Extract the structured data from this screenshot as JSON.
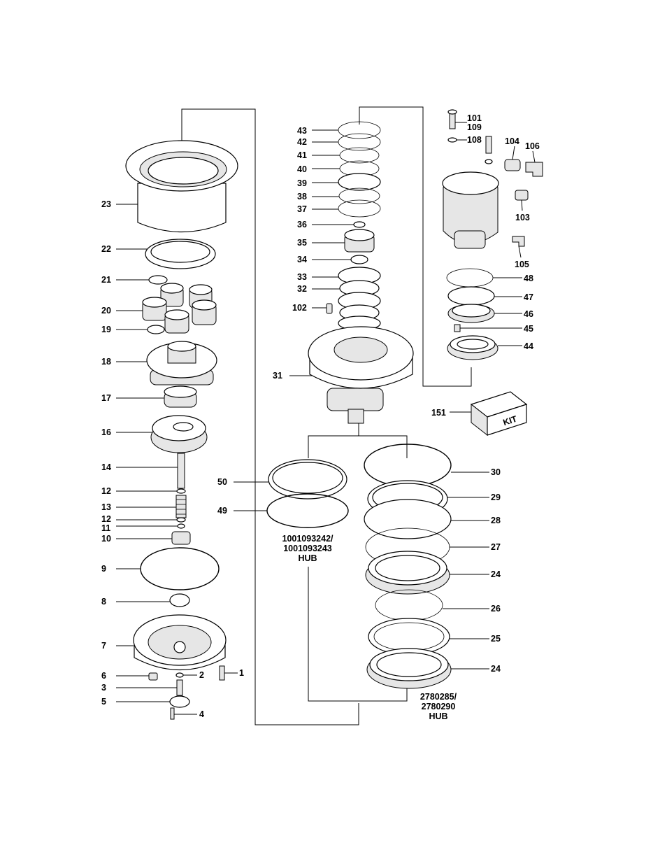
{
  "callouts": [
    {
      "id": "c101",
      "label": "101"
    },
    {
      "id": "c109",
      "label": "109"
    },
    {
      "id": "c108",
      "label": "108"
    },
    {
      "id": "c104",
      "label": "104"
    },
    {
      "id": "c106",
      "label": "106"
    },
    {
      "id": "c103",
      "label": "103"
    },
    {
      "id": "c105",
      "label": "105"
    },
    {
      "id": "c48",
      "label": "48"
    },
    {
      "id": "c47",
      "label": "47"
    },
    {
      "id": "c46",
      "label": "46"
    },
    {
      "id": "c45",
      "label": "45"
    },
    {
      "id": "c44",
      "label": "44"
    },
    {
      "id": "c151",
      "label": "151"
    },
    {
      "id": "c43",
      "label": "43"
    },
    {
      "id": "c42",
      "label": "42"
    },
    {
      "id": "c41",
      "label": "41"
    },
    {
      "id": "c40",
      "label": "40"
    },
    {
      "id": "c39",
      "label": "39"
    },
    {
      "id": "c38",
      "label": "38"
    },
    {
      "id": "c37",
      "label": "37"
    },
    {
      "id": "c36",
      "label": "36"
    },
    {
      "id": "c35",
      "label": "35"
    },
    {
      "id": "c34",
      "label": "34"
    },
    {
      "id": "c33",
      "label": "33"
    },
    {
      "id": "c32",
      "label": "32"
    },
    {
      "id": "c102",
      "label": "102"
    },
    {
      "id": "c31",
      "label": "31"
    },
    {
      "id": "c23",
      "label": "23"
    },
    {
      "id": "c22",
      "label": "22"
    },
    {
      "id": "c21",
      "label": "21"
    },
    {
      "id": "c20",
      "label": "20"
    },
    {
      "id": "c19",
      "label": "19"
    },
    {
      "id": "c18",
      "label": "18"
    },
    {
      "id": "c17",
      "label": "17"
    },
    {
      "id": "c16",
      "label": "16"
    },
    {
      "id": "c14",
      "label": "14"
    },
    {
      "id": "c12a",
      "label": "12"
    },
    {
      "id": "c13",
      "label": "13"
    },
    {
      "id": "c12b",
      "label": "12"
    },
    {
      "id": "c11",
      "label": "11"
    },
    {
      "id": "c10",
      "label": "10"
    },
    {
      "id": "c9",
      "label": "9"
    },
    {
      "id": "c8",
      "label": "8"
    },
    {
      "id": "c7",
      "label": "7"
    },
    {
      "id": "c6",
      "label": "6"
    },
    {
      "id": "c2",
      "label": "2"
    },
    {
      "id": "c1",
      "label": "1"
    },
    {
      "id": "c3",
      "label": "3"
    },
    {
      "id": "c5",
      "label": "5"
    },
    {
      "id": "c4",
      "label": "4"
    },
    {
      "id": "c50",
      "label": "50"
    },
    {
      "id": "c49",
      "label": "49"
    },
    {
      "id": "c30",
      "label": "30"
    },
    {
      "id": "c29",
      "label": "29"
    },
    {
      "id": "c28",
      "label": "28"
    },
    {
      "id": "c27",
      "label": "27"
    },
    {
      "id": "c24a",
      "label": "24"
    },
    {
      "id": "c26",
      "label": "26"
    },
    {
      "id": "c25",
      "label": "25"
    },
    {
      "id": "c24b",
      "label": "24"
    }
  ],
  "hub_a": {
    "line1": "1001093242/",
    "line2": "1001093243",
    "line3": "HUB"
  },
  "hub_b": {
    "line1": "2780285/",
    "line2": "2780290",
    "line3": "HUB"
  },
  "kit_label": "KIT"
}
